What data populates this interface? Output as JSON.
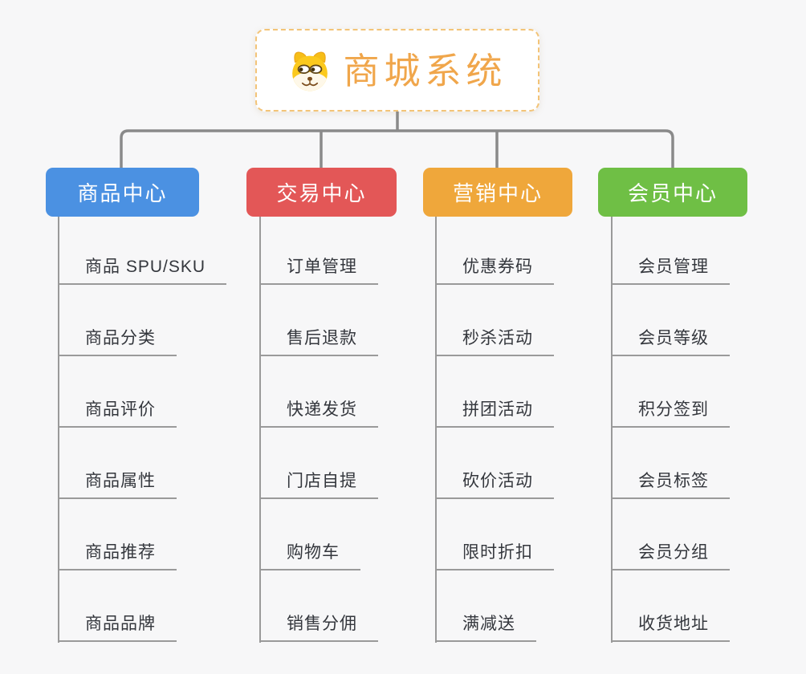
{
  "root": {
    "title": "商城系统",
    "icon": "dog-face-icon"
  },
  "branches": [
    {
      "label": "商品中心",
      "color": "#4B91E2",
      "items": [
        "商品 SPU/SKU",
        "商品分类",
        "商品评价",
        "商品属性",
        "商品推荐",
        "商品品牌"
      ]
    },
    {
      "label": "交易中心",
      "color": "#E35757",
      "items": [
        "订单管理",
        "售后退款",
        "快递发货",
        "门店自提",
        "购物车",
        "销售分佣"
      ]
    },
    {
      "label": "营销中心",
      "color": "#EFA73B",
      "items": [
        "优惠券码",
        "秒杀活动",
        "拼团活动",
        "砍价活动",
        "限时折扣",
        "满减送"
      ]
    },
    {
      "label": "会员中心",
      "color": "#6FBF45",
      "items": [
        "会员管理",
        "会员等级",
        "积分签到",
        "会员标签",
        "会员分组",
        "收货地址"
      ]
    }
  ],
  "colors": {
    "background": "#F7F7F8",
    "connector": "#8A8A8A",
    "leaf_line": "#9A9A9A",
    "leaf_text": "#34373D",
    "root_text": "#F0A64B",
    "root_border": "#F3C478"
  }
}
